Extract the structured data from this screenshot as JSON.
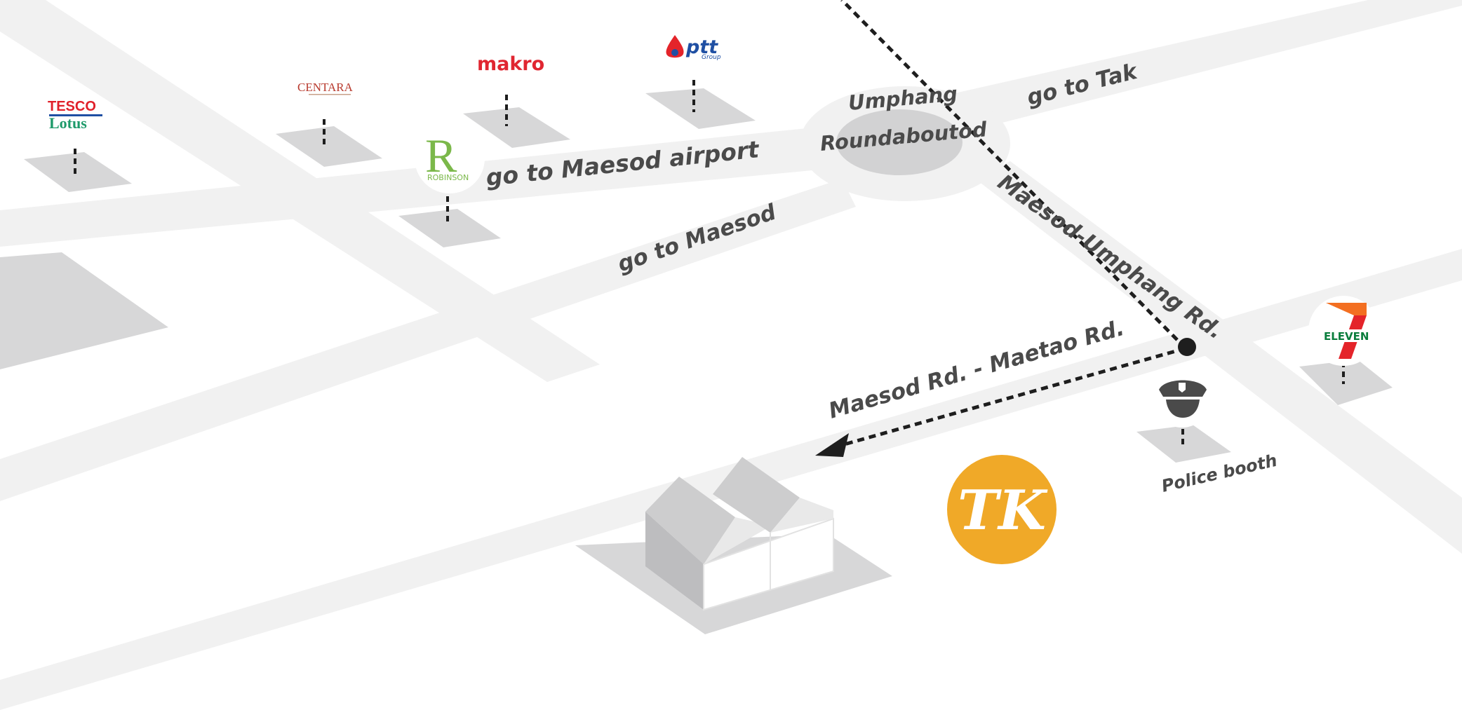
{
  "map": {
    "roads": {
      "maesod_airport": "go to Maesod airport",
      "tak": "go to Tak",
      "maesod": "go to Maesod",
      "maesod_umphang": "Maesod-Umphang Rd.",
      "maesod_maetao": "Maesod Rd. - Maetao Rd."
    },
    "roundabout": {
      "line1": "Umphang",
      "line2": "Roundaboutod"
    },
    "places": {
      "tesco_top": "TESCO",
      "tesco_bottom": "Lotus",
      "centara": "CENTARA",
      "makro": "makro",
      "ptt": "ptt",
      "ptt_sub": "Group",
      "robinson": "ROBINSON",
      "seven_eleven": "ELEVEN",
      "police": "Police booth"
    },
    "brand_logo": "TK",
    "colors": {
      "road": "#f1f1f1",
      "block": "#d7d7d8",
      "text": "#4a4a4a",
      "brand": "#f0a928",
      "route": "#1e1e1e"
    }
  }
}
